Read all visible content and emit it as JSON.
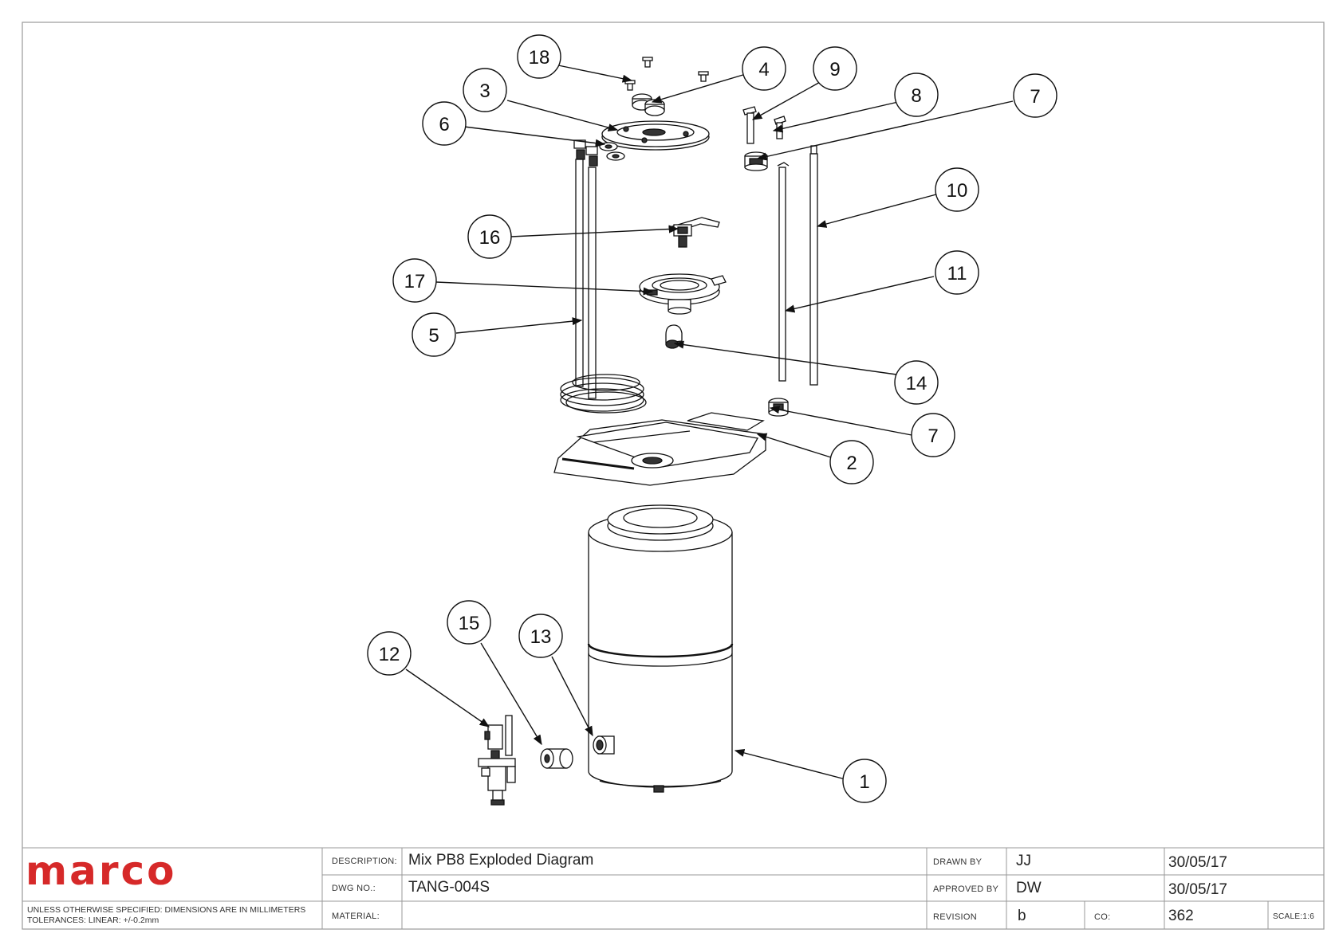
{
  "title_block": {
    "logo": "marco",
    "note_line1": "UNLESS OTHERWISE SPECIFIED: DIMENSIONS ARE IN MILLIMETERS",
    "note_line2": "TOLERANCES: LINEAR: +/-0.2mm",
    "description_label": "DESCRIPTION:",
    "description": "Mix PB8 Exploded Diagram",
    "dwg_no_label": "DWG NO.:",
    "dwg_no": "TANG-004S",
    "material_label": "MATERIAL:",
    "material": "",
    "drawn_by_label": "DRAWN BY",
    "drawn_by": "JJ",
    "drawn_date": "30/05/17",
    "approved_by_label": "APPROVED BY",
    "approved_by": "DW",
    "approved_date": "30/05/17",
    "revision_label": "REVISION",
    "revision": "b",
    "co_label": "CO:",
    "co": "362",
    "scale": "SCALE:1:6"
  },
  "balloons": [
    {
      "id": "balloon-18",
      "label": "18"
    },
    {
      "id": "balloon-4",
      "label": "4"
    },
    {
      "id": "balloon-9",
      "label": "9"
    },
    {
      "id": "balloon-3",
      "label": "3"
    },
    {
      "id": "balloon-8",
      "label": "8"
    },
    {
      "id": "balloon-7-top",
      "label": "7"
    },
    {
      "id": "balloon-6",
      "label": "6"
    },
    {
      "id": "balloon-10",
      "label": "10"
    },
    {
      "id": "balloon-16",
      "label": "16"
    },
    {
      "id": "balloon-11",
      "label": "11"
    },
    {
      "id": "balloon-17",
      "label": "17"
    },
    {
      "id": "balloon-5",
      "label": "5"
    },
    {
      "id": "balloon-14",
      "label": "14"
    },
    {
      "id": "balloon-7-bottom",
      "label": "7"
    },
    {
      "id": "balloon-2",
      "label": "2"
    },
    {
      "id": "balloon-15",
      "label": "15"
    },
    {
      "id": "balloon-13",
      "label": "13"
    },
    {
      "id": "balloon-12",
      "label": "12"
    },
    {
      "id": "balloon-1",
      "label": "1"
    }
  ]
}
